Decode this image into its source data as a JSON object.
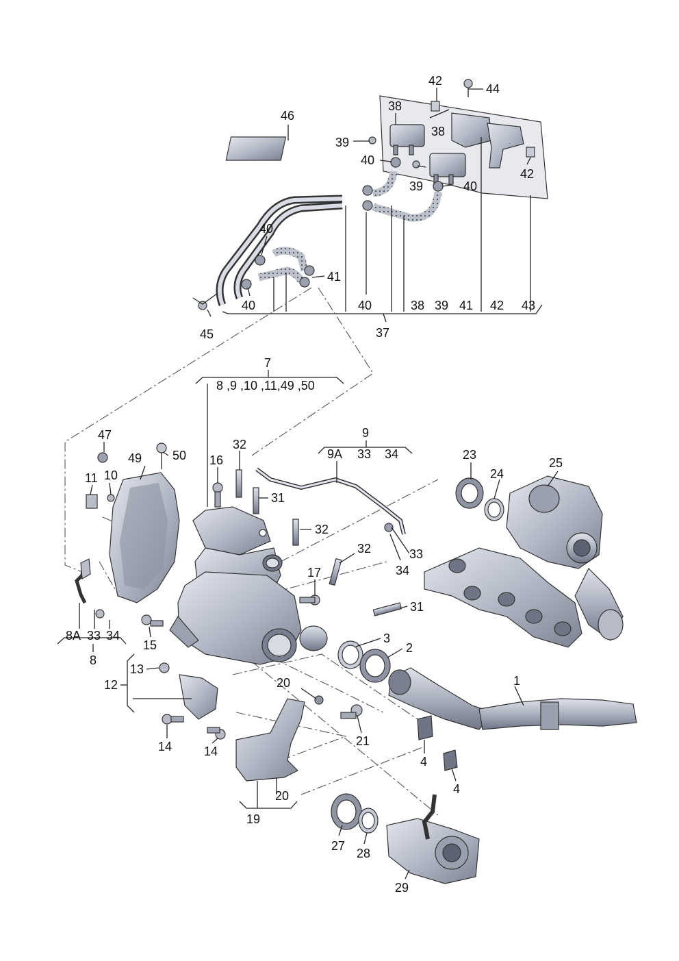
{
  "colors": {
    "part_light": "#d2d6e0",
    "part_mid": "#a9afbd",
    "part_dark": "#6e7483",
    "hose_dotted": "#8a8f99",
    "bracket_plate": "#e6e8ee",
    "line": "#222222",
    "background": "#ffffff"
  },
  "labels": {
    "l1": "1",
    "l2": "2",
    "l3": "3",
    "l4a": "4",
    "l4b": "4",
    "l7": "7",
    "l7_group": "8 ,9 ,10 ,11,49 ,50",
    "l8": "8",
    "l8a": "8A",
    "l8_33": "33",
    "l8_34": "34",
    "l9": "9",
    "l9a": "9A",
    "l9_33": "33",
    "l9_34": "34",
    "l10": "10",
    "l11": "11",
    "l12": "12",
    "l13": "13",
    "l14a": "14",
    "l14b": "14",
    "l15": "15",
    "l16": "16",
    "l17": "17",
    "l19": "19",
    "l19_20": "20",
    "l20": "20",
    "l21": "21",
    "l23": "23",
    "l24": "24",
    "l25": "25",
    "l27": "27",
    "l28": "28",
    "l29": "29",
    "l31a": "31",
    "l31b": "31",
    "l32a": "32",
    "l32b": "32",
    "l32c": "32",
    "l33": "33",
    "l34": "34",
    "l37": "37",
    "l38a": "38",
    "l38b": "38",
    "l38c": "38",
    "l39a": "39",
    "l39b": "39",
    "l39c": "39",
    "l40a": "40",
    "l40b": "40",
    "l40c": "40",
    "l40d": "40",
    "l40e": "40",
    "l41a": "41",
    "l41b": "41",
    "l42a": "42",
    "l42b": "42",
    "l42c": "42",
    "l43": "43",
    "l44": "44",
    "l45": "45",
    "l46": "46",
    "l47": "47",
    "l49": "49",
    "l50": "50"
  }
}
